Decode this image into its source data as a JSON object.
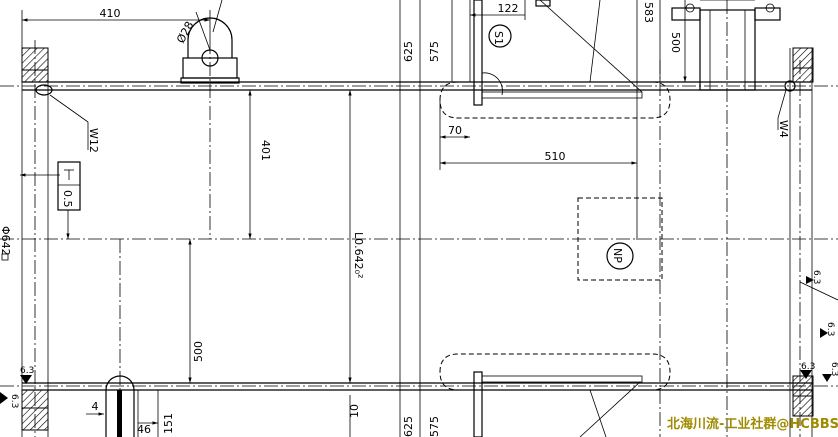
{
  "dimensions": {
    "d410": "410",
    "d122": "122",
    "d583": "583",
    "d500_top": "500",
    "d625_top": "625",
    "d575_top": "575",
    "d401": "401",
    "d70": "70",
    "d510": "510",
    "d500_mid": "500",
    "d4": "4",
    "d46": "46",
    "d151": "151",
    "d10": "10",
    "d625_bot": "625",
    "d575_bot": "575",
    "d0_5": "0.5",
    "dia28": "Ø28",
    "phi642": "Φ642",
    "l0_642": "L0.642₀²"
  },
  "labels": {
    "s1": "S1",
    "np": "NP",
    "w12": "W12",
    "w4": "W4",
    "weld_63_a": "6.3",
    "weld_63_b": "6.3",
    "weld_63_c": "6.3",
    "weld_63_d": "6.3",
    "weld_63_e": "6.3",
    "weld_63_f": "6.3"
  },
  "watermark": "北海川流-工业社群@HCBBS"
}
